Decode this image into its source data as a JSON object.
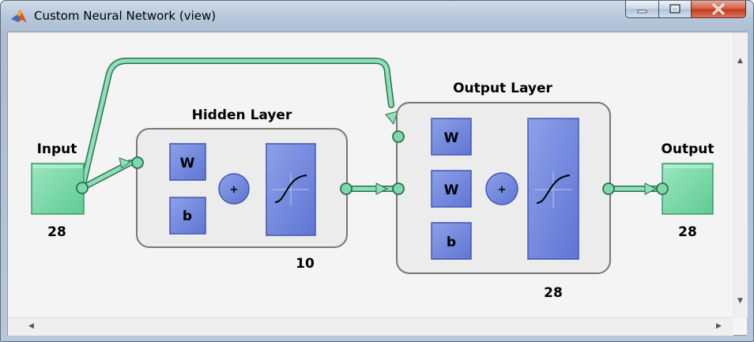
{
  "window": {
    "title": "Custom Neural Network (view)",
    "buttons": {
      "minimize": "minimize",
      "maximize": "maximize",
      "close": "close"
    }
  },
  "network": {
    "input": {
      "label": "Input",
      "size": "28"
    },
    "hidden_layer": {
      "title": "Hidden Layer",
      "weight_label": "W",
      "bias_label": "b",
      "sum_symbol": "+",
      "size": "10"
    },
    "output_layer": {
      "title": "Output Layer",
      "input_weight_label": "W",
      "layer_weight_label": "W",
      "bias_label": "b",
      "sum_symbol": "+",
      "size": "28"
    },
    "output": {
      "label": "Output",
      "size": "28"
    }
  },
  "colors": {
    "block_fill": "#6f85dd",
    "block_border": "#4257b0",
    "io_fill": "#7dd9a8",
    "connector": "#7fd4ad",
    "layer_frame": "#777777"
  },
  "icons": {
    "app": "matlab-logo-icon",
    "scroll_up": "arrow-up-icon",
    "scroll_down": "arrow-down-icon",
    "scroll_left": "arrow-left-icon",
    "scroll_right": "arrow-right-icon"
  }
}
